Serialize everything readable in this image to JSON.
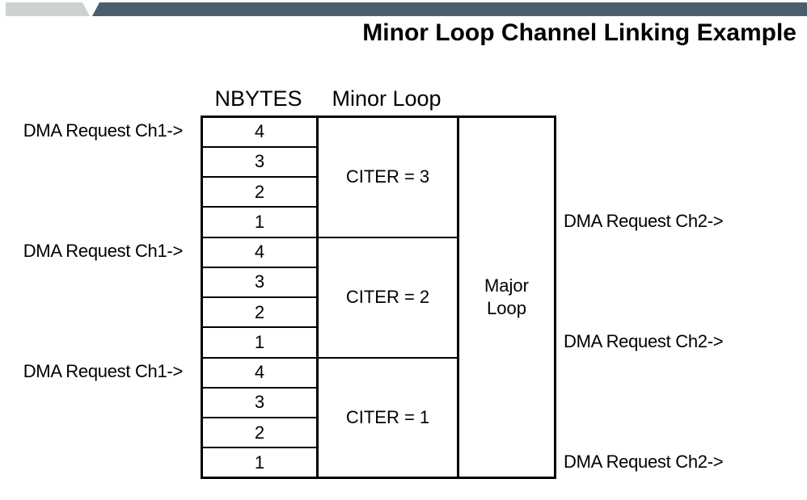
{
  "title": "Minor Loop Channel Linking Example",
  "column_headers": {
    "nbytes": "NBYTES",
    "minor_loop": "Minor Loop"
  },
  "major_loop": {
    "line1": "Major",
    "line2": "Loop"
  },
  "left_labels": [
    "DMA Request Ch1->",
    "DMA Request Ch1->",
    "DMA Request Ch1->"
  ],
  "right_labels": [
    "DMA Request Ch2->",
    "DMA Request Ch2->",
    "DMA Request Ch2->"
  ],
  "groups": [
    {
      "citer": "CITER = 3",
      "nbytes": [
        "4",
        "3",
        "2",
        "1"
      ]
    },
    {
      "citer": "CITER = 2",
      "nbytes": [
        "4",
        "3",
        "2",
        "1"
      ]
    },
    {
      "citer": "CITER = 1",
      "nbytes": [
        "4",
        "3",
        "2",
        "1"
      ]
    }
  ],
  "colors": {
    "accent_light": "#ccd3cf",
    "accent_dark": "#4b5e6e",
    "border": "#000000",
    "background": "#ffffff",
    "text": "#000000"
  }
}
